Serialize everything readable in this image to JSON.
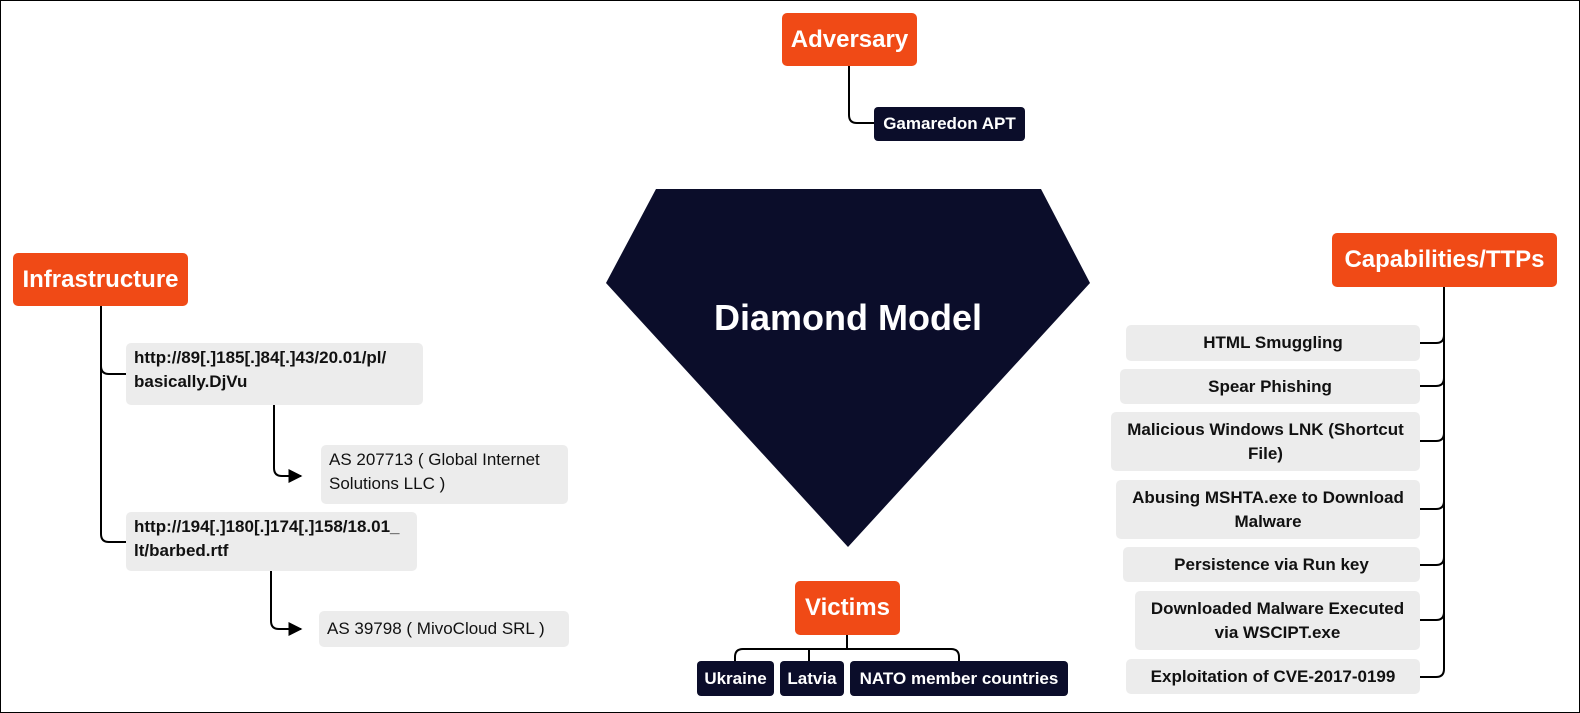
{
  "center": {
    "title": "Diamond Model"
  },
  "adversary": {
    "heading": "Adversary",
    "item": "Gamaredon APT"
  },
  "infrastructure": {
    "heading": "Infrastructure",
    "url1_line1": "http://89[.]185[.]84[.]43/20.01/pl/",
    "url1_line2": "basically.DjVu",
    "asn1_line1": "AS 207713 ( Global Internet",
    "asn1_line2": "Solutions LLC )",
    "url2_line1": "http://194[.]180[.]174[.]158/18.01_",
    "url2_line2": "lt/barbed.rtf",
    "asn2": "AS 39798 ( MivoCloud SRL )"
  },
  "victims": {
    "heading": "Victims",
    "items": [
      "Ukraine",
      "Latvia",
      "NATO member countries"
    ]
  },
  "capabilities": {
    "heading": "Capabilities/TTPs",
    "items": [
      {
        "line1": "HTML Smuggling",
        "line2": ""
      },
      {
        "line1": "Spear Phishing",
        "line2": ""
      },
      {
        "line1": "Malicious Windows LNK (Shortcut",
        "line2": "File)"
      },
      {
        "line1": "Abusing MSHTA.exe to Download",
        "line2": "Malware"
      },
      {
        "line1": "Persistence via Run key",
        "line2": ""
      },
      {
        "line1": "Downloaded Malware Executed",
        "line2": "via WSCIPT.exe"
      },
      {
        "line1": "Exploitation of CVE-2017-0199",
        "line2": ""
      }
    ]
  },
  "colors": {
    "heading_bg": "#f04a16",
    "node_bg": "#0b0d2a",
    "item_bg": "#ececec"
  }
}
